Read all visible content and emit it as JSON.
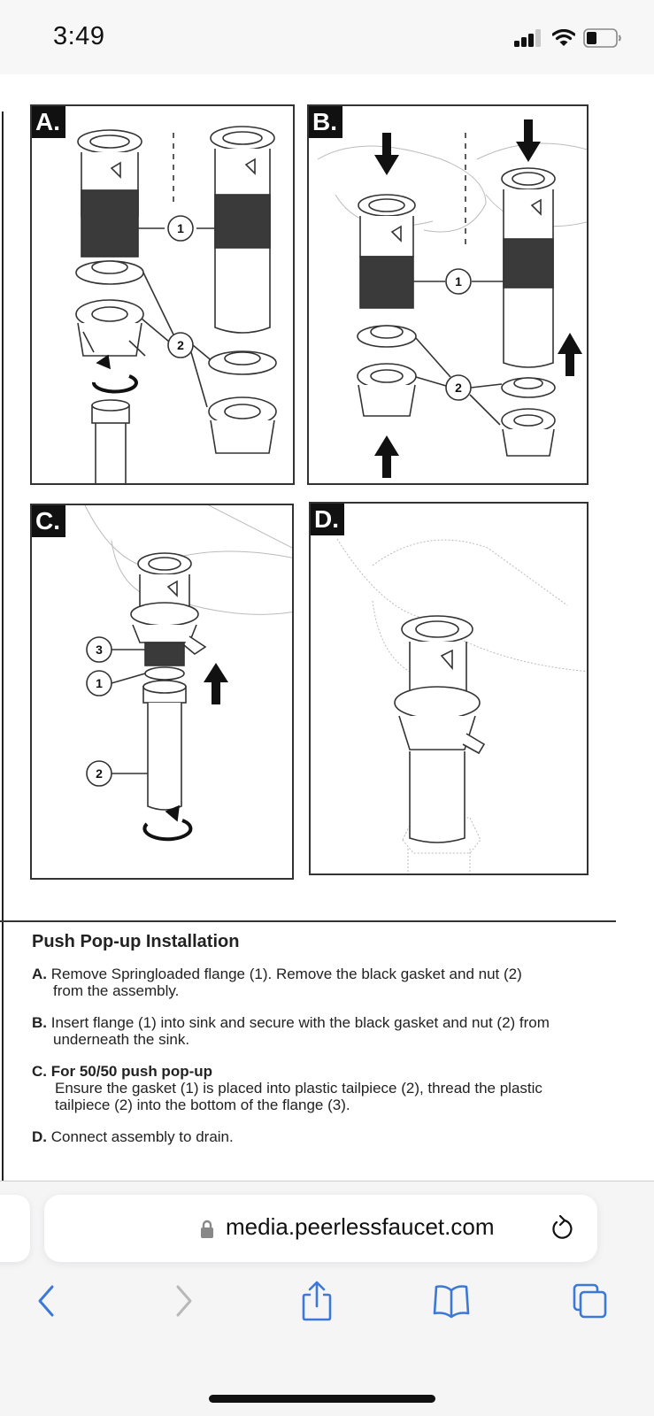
{
  "status_bar": {
    "time": "3:49",
    "icons": [
      "cellular-signal-icon",
      "wifi-icon",
      "battery-icon"
    ]
  },
  "document": {
    "panels": [
      {
        "label": "A.",
        "callouts": [
          "1",
          "2"
        ],
        "description": "Exploded view of springloaded flange (1) with black gasket and nut (2)"
      },
      {
        "label": "B.",
        "callouts": [
          "1",
          "2"
        ],
        "description": "Inserting flange (1) into sink and securing with gasket and nut (2)"
      },
      {
        "label": "C.",
        "callouts": [
          "3",
          "1",
          "2"
        ],
        "description": "Gasket (1) in plastic tailpiece (2) threaded into flange (3)"
      },
      {
        "label": "D.",
        "callouts": [],
        "description": "Assembled drain connected under sink"
      }
    ],
    "instructions": {
      "title": "Push Pop-up Installation",
      "steps": [
        {
          "letter": "A.",
          "text": "Remove Springloaded flange (1). Remove the black gasket and nut (2)",
          "continuation": "from the assembly."
        },
        {
          "letter": "B.",
          "text": "Insert flange (1) into sink and secure with the black gasket and nut (2) from",
          "continuation": "underneath the sink."
        },
        {
          "letter": "C.",
          "subtitle": "For 50/50 push pop-up",
          "line1": "Ensure the gasket (1) is placed into plastic tailpiece (2), thread the plastic",
          "line2": "tailpiece (2) into the bottom of the flange (3)."
        },
        {
          "letter": "D.",
          "text": "Connect assembly to drain."
        }
      ]
    }
  },
  "browser": {
    "url": "media.peerlessfaucet.com",
    "secure": true,
    "toolbar": {
      "back": "back-icon",
      "forward": "forward-icon",
      "share": "share-icon",
      "bookmarks": "bookmarks-icon",
      "tabs": "tabs-icon"
    },
    "accent_color": "#3b78d8",
    "disabled_color": "#b8b8b8"
  }
}
